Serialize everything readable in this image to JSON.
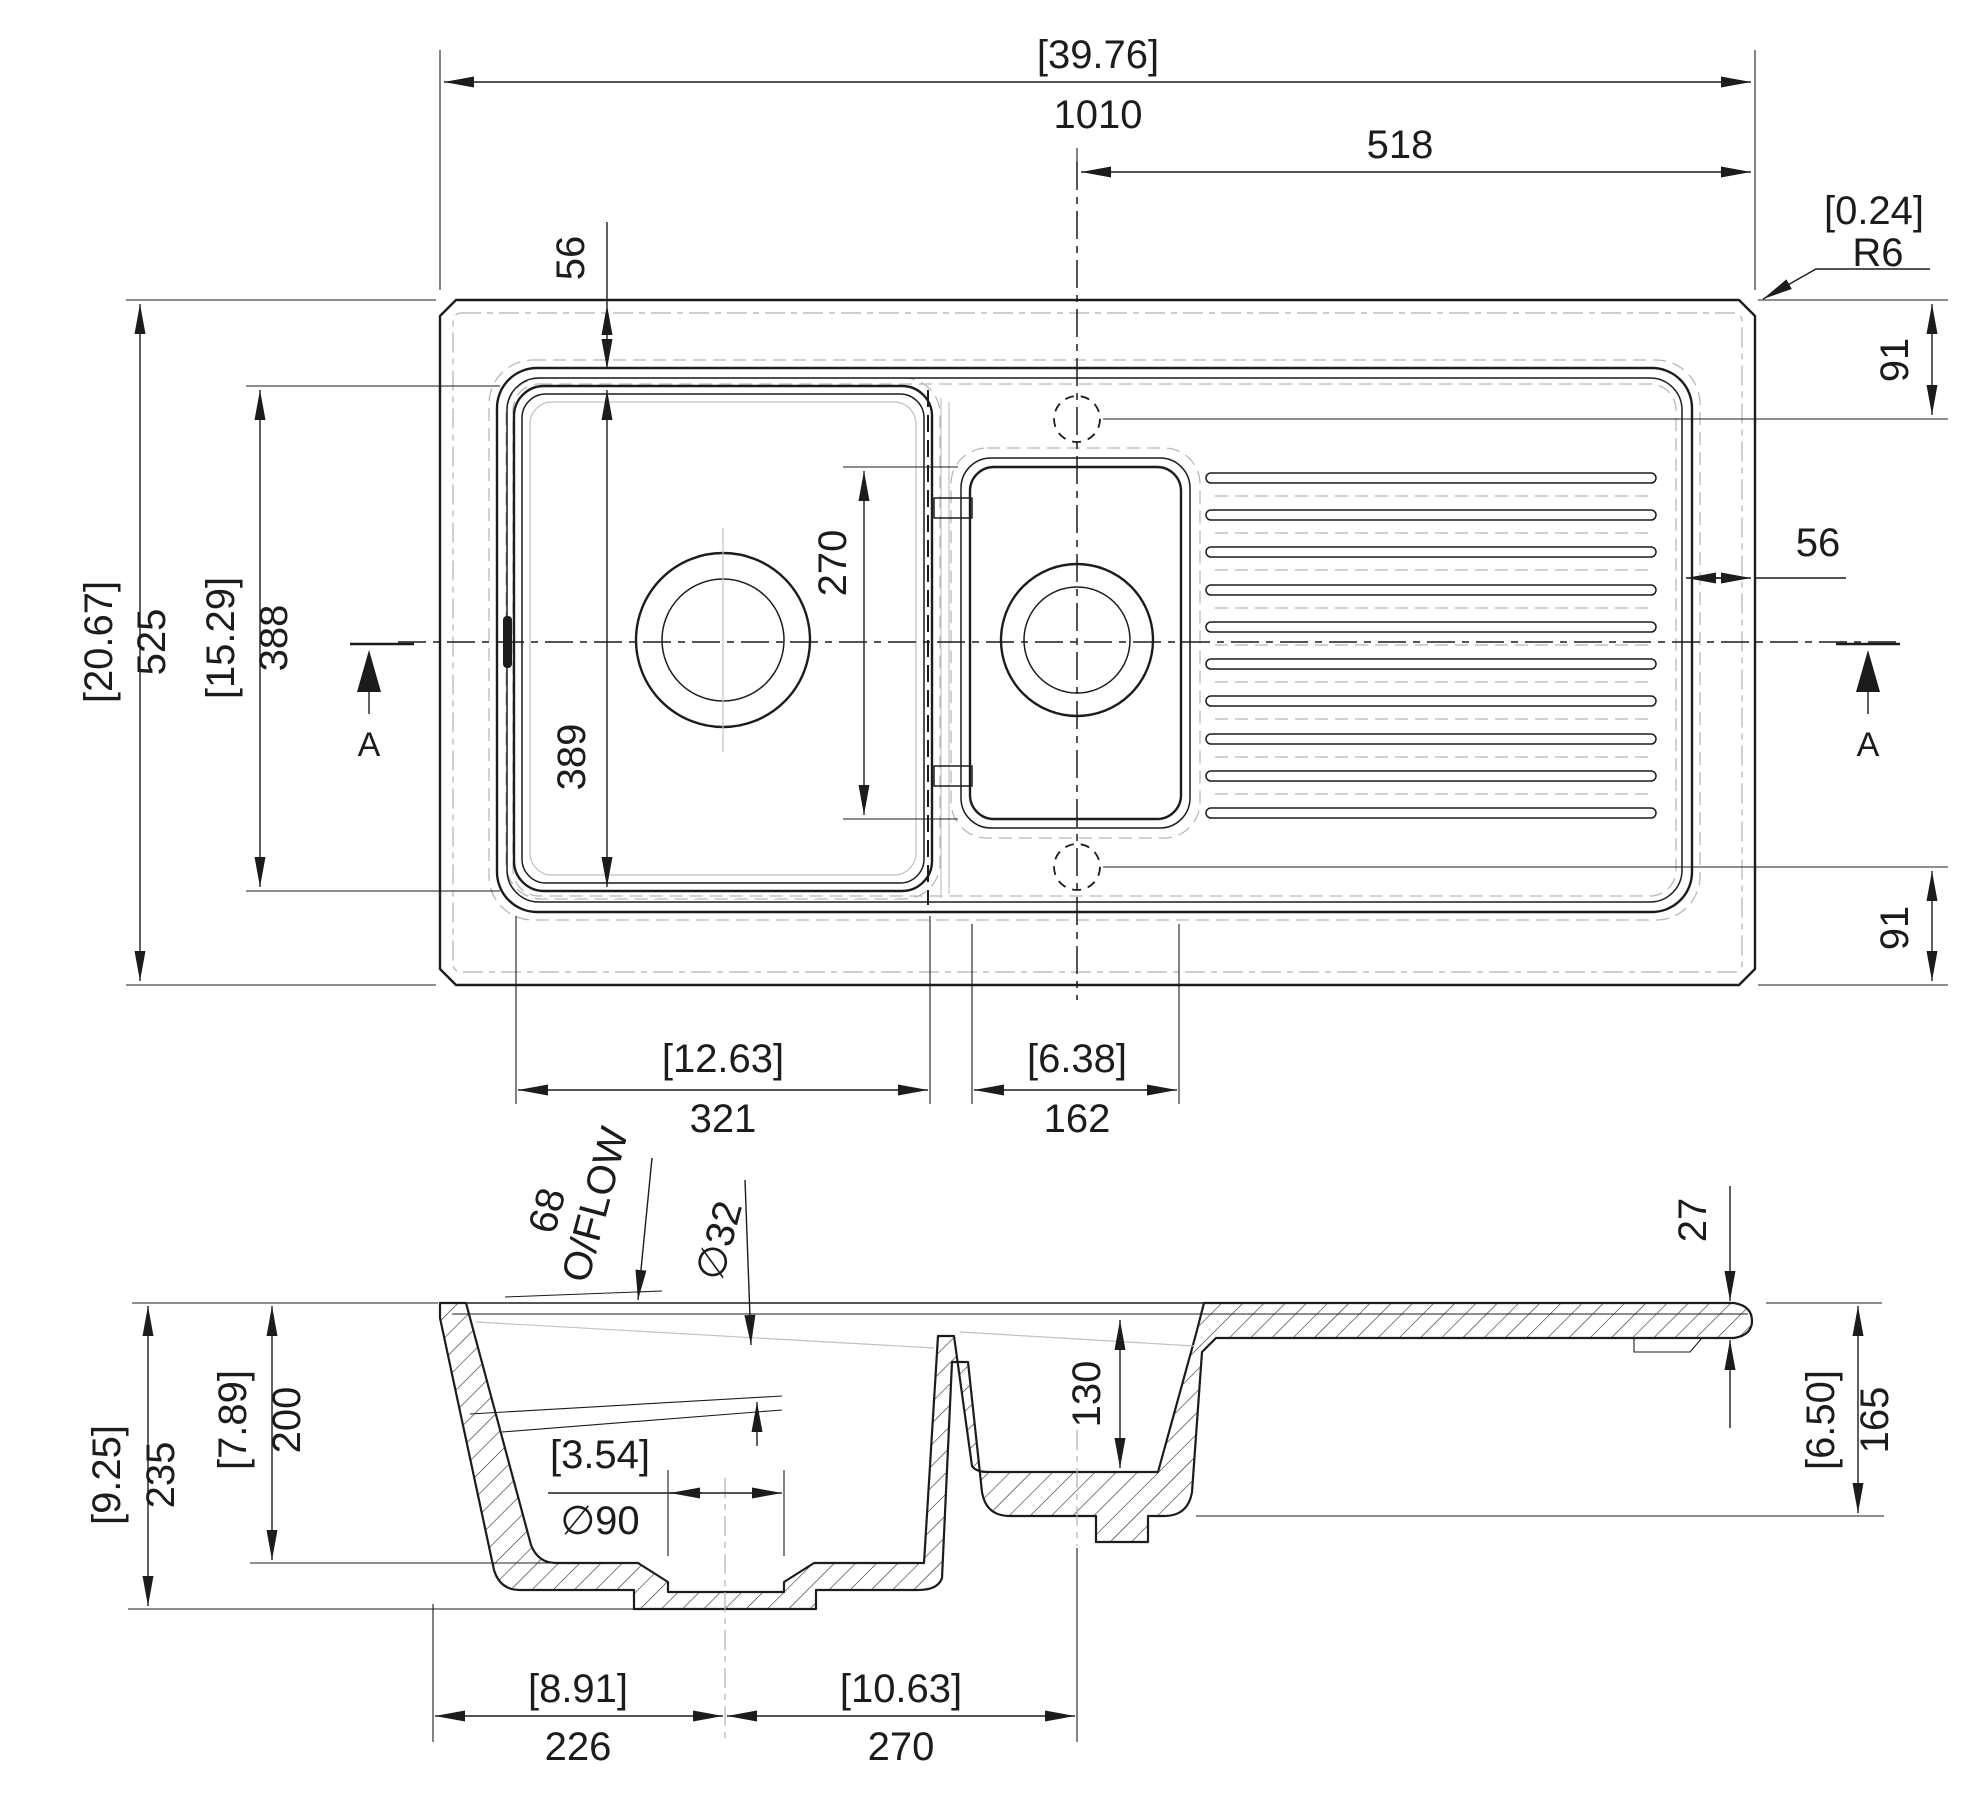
{
  "plan": {
    "overall_width_in": "[39.76]",
    "overall_width_mm": "1010",
    "tap_centre_offset_mm": "518",
    "corner_radius_in": "[0.24]",
    "corner_radius": "R6",
    "rim_inset_top_mm": "56",
    "rim_inset_right_mm": "56",
    "overall_depth_in": "[20.67]",
    "overall_depth_mm": "525",
    "bowl_outer_depth_in": "[15.29]",
    "bowl_outer_depth_mm": "388",
    "bowl_inner_depth_mm": "389",
    "half_bowl_depth_mm": "270",
    "tap_hole_top_offset_mm": "91",
    "tap_hole_bottom_offset_mm": "91",
    "bowl_width_in": "[12.63]",
    "bowl_width_mm": "321",
    "half_bowl_width_in": "[6.38]",
    "half_bowl_width_mm": "162",
    "section_marker": "A"
  },
  "section": {
    "overall_height_in": "[9.25]",
    "overall_height_mm": "235",
    "bowl_depth_in": "[7.89]",
    "bowl_depth_mm": "200",
    "overflow_height_mm": "68",
    "overflow_label": "O/FLOW",
    "overflow_dia": "∅32",
    "waste_dia_in": "[3.54]",
    "waste_dia": "∅90",
    "half_bowl_depth_mm": "130",
    "edge_thickness_mm": "27",
    "drainer_height_in": "[6.50]",
    "drainer_height_mm": "165",
    "waste_centre_offset_in": "[8.91]",
    "waste_centre_offset_mm": "226",
    "bowl_centres_offset_in": "[10.63]",
    "bowl_centres_offset_mm": "270"
  }
}
